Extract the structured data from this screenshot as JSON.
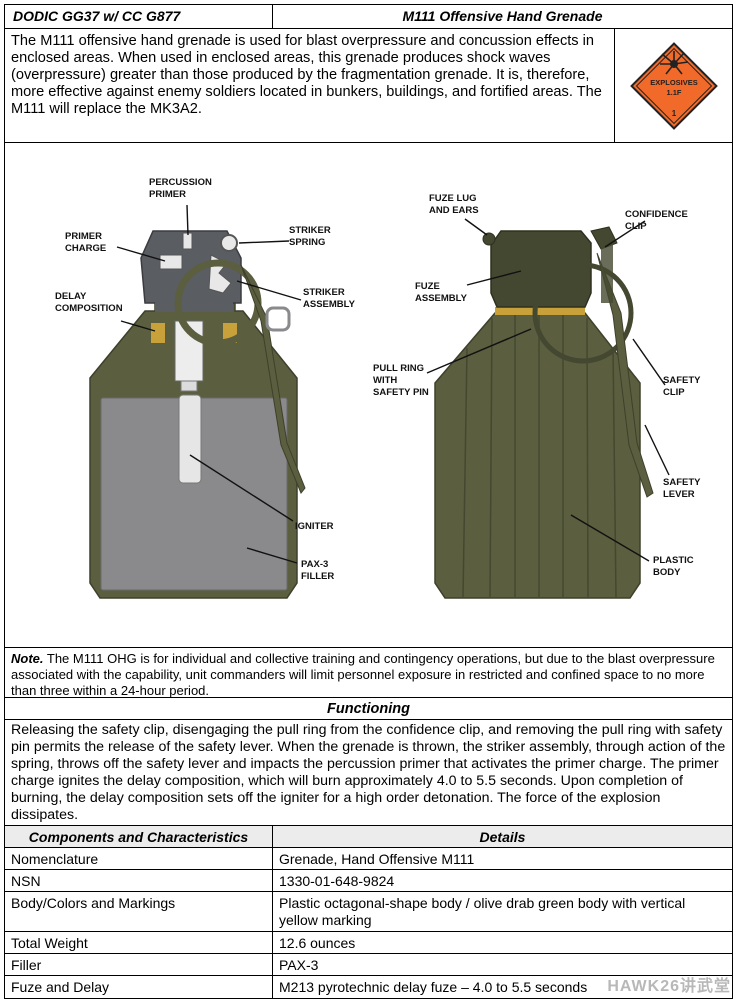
{
  "header": {
    "dodic": "DODIC GG37 w/ CC G877",
    "title": "M111 Offensive Hand Grenade"
  },
  "description": "The M111 offensive hand grenade is used for blast overpressure and concussion effects in enclosed areas. When used in enclosed areas, this grenade produces shock waves (overpressure) greater than those produced by the fragmentation grenade. It is, therefore, more effective against enemy soldiers located in bunkers, buildings, and fortified areas. The M111 will replace the MK3A2.",
  "hazard_label": {
    "line1": "EXPLOSIVES",
    "line2": "1.1F",
    "division": "1",
    "color": "#f26a2a"
  },
  "figure": {
    "left_labels": {
      "percussion_primer_1": "PERCUSSION",
      "percussion_primer_2": "PRIMER",
      "primer_charge_1": "PRIMER",
      "primer_charge_2": "CHARGE",
      "striker_spring_1": "STRIKER",
      "striker_spring_2": "SPRING",
      "delay_1": "DELAY",
      "delay_2": "COMPOSITION",
      "striker_assembly_1": "STRIKER",
      "striker_assembly_2": "ASSEMBLY",
      "igniter": "IGNITER",
      "filler_1": "PAX-3",
      "filler_2": "FILLER"
    },
    "right_labels": {
      "fuze_lug_1": "FUZE LUG",
      "fuze_lug_2": "AND EARS",
      "confidence_1": "CONFIDENCE",
      "confidence_2": "CLIP",
      "fuze_assembly_1": "FUZE",
      "fuze_assembly_2": "ASSEMBLY",
      "pull_ring_1": "PULL RING",
      "pull_ring_2": "WITH",
      "pull_ring_3": "SAFETY PIN",
      "safety_clip_1": "SAFETY",
      "safety_clip_2": "CLIP",
      "safety_lever_1": "SAFETY",
      "safety_lever_2": "LEVER",
      "plastic_body_1": "PLASTIC",
      "plastic_body_2": "BODY"
    },
    "colors": {
      "olive": "#5b5e3f",
      "olive_dark": "#454830",
      "fuze_gray": "#5a5d62",
      "filler_gray": "#8a8a8c",
      "yellow": "#c9a13a"
    }
  },
  "note": {
    "label": "Note.",
    "text": " The M111 OHG is for individual and collective training and contingency operations, but due to the blast overpressure associated with the capability, unit commanders will limit personnel exposure in restricted and confined space to no more than three within a 24-hour period."
  },
  "functioning": {
    "title": "Functioning",
    "text": "Releasing the safety clip, disengaging the pull ring from the confidence clip, and removing the pull ring with safety pin permits the release of the safety lever. When the grenade is thrown, the striker assembly, through action of the spring, throws off the safety lever and impacts the percussion primer that activates the primer charge. The primer charge ignites the delay composition, which will burn approximately 4.0 to 5.5 seconds. Upon completion of burning, the delay composition sets off the igniter for a high order detonation. The force of the explosion dissipates."
  },
  "table": {
    "col1": "Components and Characteristics",
    "col2": "Details",
    "rows": [
      {
        "k": "Nomenclature",
        "v": "Grenade, Hand Offensive M111"
      },
      {
        "k": "NSN",
        "v": "1330-01-648-9824"
      },
      {
        "k": "Body/Colors and Markings",
        "v": "Plastic octagonal-shape body / olive drab green body with vertical yellow marking"
      },
      {
        "k": "Total Weight",
        "v": "12.6 ounces"
      },
      {
        "k": "Filler",
        "v": "PAX-3"
      },
      {
        "k": "Fuze and Delay",
        "v": "M213 pyrotechnic delay fuze – 4.0 to 5.5 seconds"
      }
    ]
  },
  "watermark": "HAWK26讲武堂"
}
